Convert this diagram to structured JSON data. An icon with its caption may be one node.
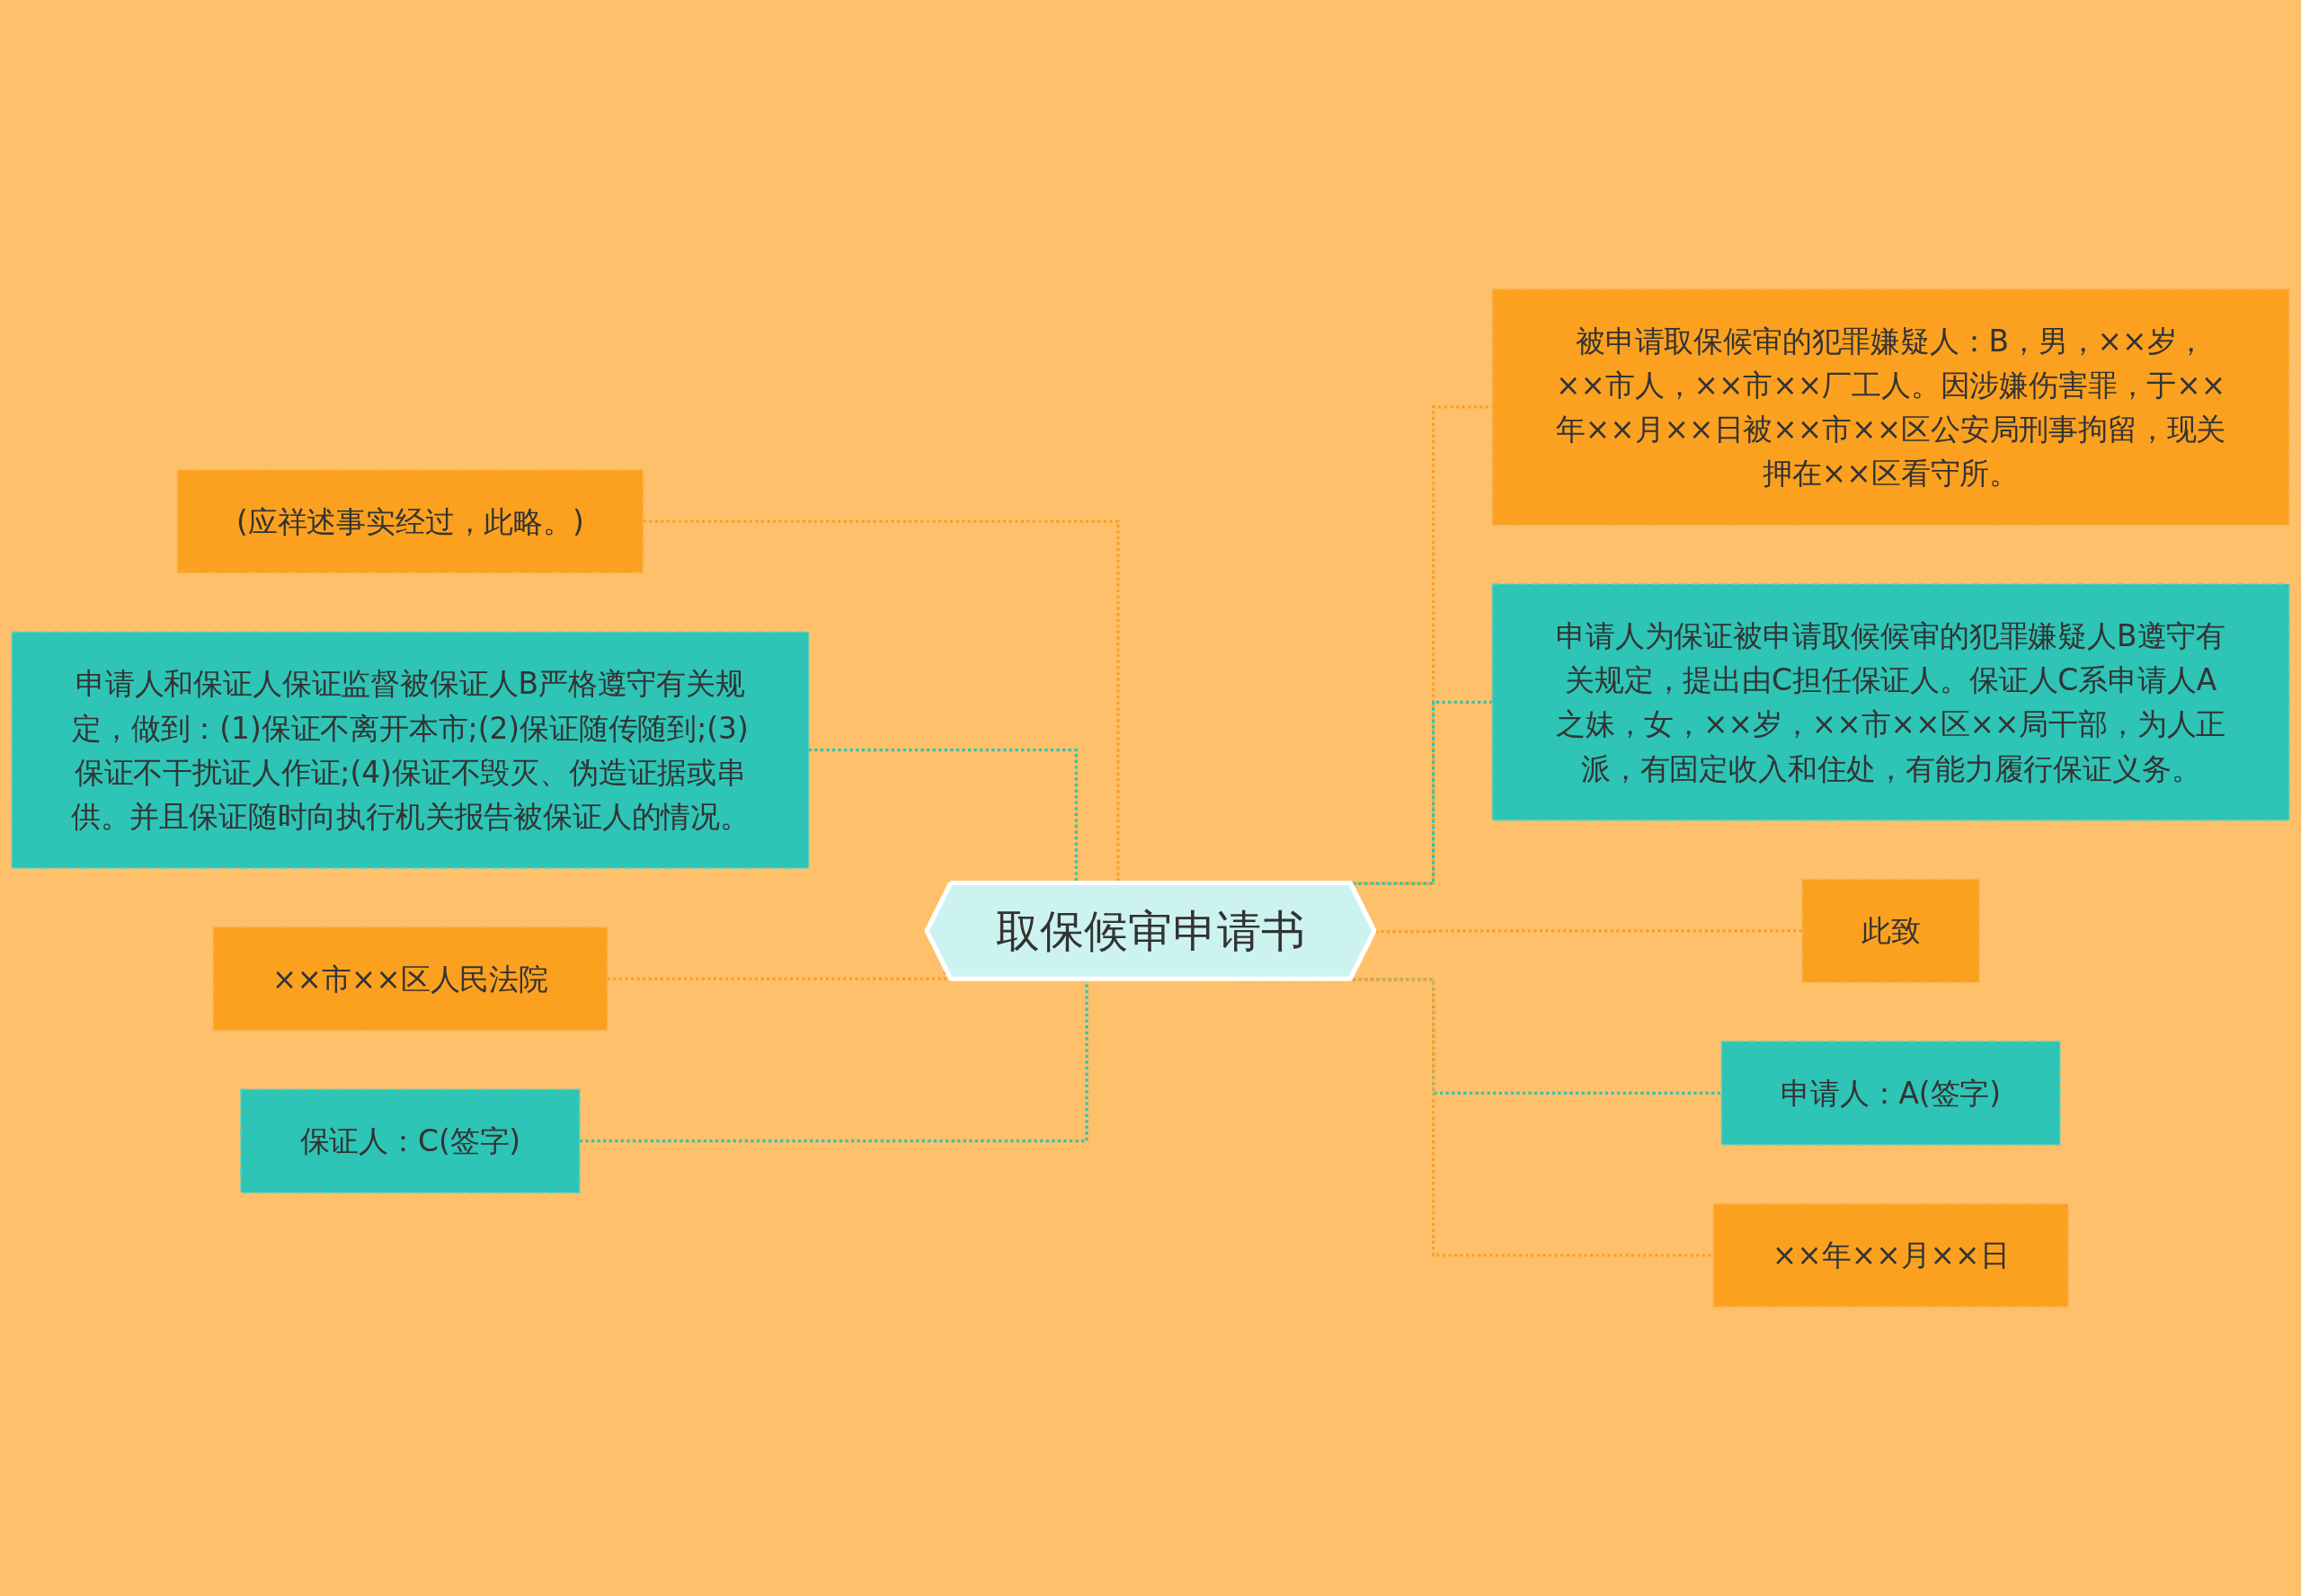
{
  "diagram": {
    "nodes": [
      {
        "text": [
          "取保候审申请书"
        ]
      },
      {
        "text": [
          "(应祥述事实经过，此略。)"
        ]
      },
      {
        "text": [
          "申请人和保证人保证监督被保证人B严格遵守有关规定，做到：(1)保证不离开本市;(2)保证随传随到;(3)保证不干扰证人作证;(4)保证不毁灭、伪造证据或串供。并且保证随时向执行机关报告被保证人的情况。"
        ]
      },
      {
        "text": [
          "××市××区人民法院"
        ]
      },
      {
        "text": [
          "保证人：C(签字)"
        ]
      },
      {
        "text": [
          "被申请取保候审的犯罪嫌疑人：B，男，××岁，××市人，××市××厂工人。因涉嫌伤害罪，于××年××月××日被××市××区公安局刑事拘留，现关押在××区看守所。"
        ]
      },
      {
        "text": [
          "申请人为保证被申请取候候审的犯罪嫌疑人B遵守有关规定，提出由C担任保证人。保证人C系申请人A之妹，女，××岁，××市××区××局干部，为人正派，有固定收入和住处，有能力履行保证义务。"
        ]
      },
      {
        "text": [
          "此致"
        ]
      },
      {
        "text": [
          "申请人：A(签字)"
        ]
      },
      {
        "text": [
          "××年××月××日"
        ]
      }
    ],
    "edges": [
      {
        "from": 1,
        "to": 0,
        "arrow": "none",
        "style": "dashed"
      },
      {
        "from": 2,
        "to": 0,
        "arrow": "none",
        "style": "dashed",
        "color": "#2ec4b6"
      },
      {
        "from": 3,
        "to": 0,
        "arrow": "none",
        "style": "dashed"
      },
      {
        "from": 4,
        "to": 0,
        "arrow": "none",
        "style": "dashed",
        "color": "#2ec4b6"
      },
      {
        "from": 0,
        "to": 5,
        "arrow": "none",
        "style": "dashed"
      },
      {
        "from": 0,
        "to": 6,
        "arrow": "none",
        "style": "dashed",
        "color": "#2ec4b6"
      },
      {
        "from": 0,
        "to": 7,
        "arrow": "none",
        "style": "dashed"
      },
      {
        "from": 0,
        "to": 8,
        "arrow": "none",
        "style": "dashed",
        "color": "#2ec4b6"
      },
      {
        "from": 0,
        "to": 9,
        "arrow": "none",
        "style": "dashed"
      }
    ]
  }
}
